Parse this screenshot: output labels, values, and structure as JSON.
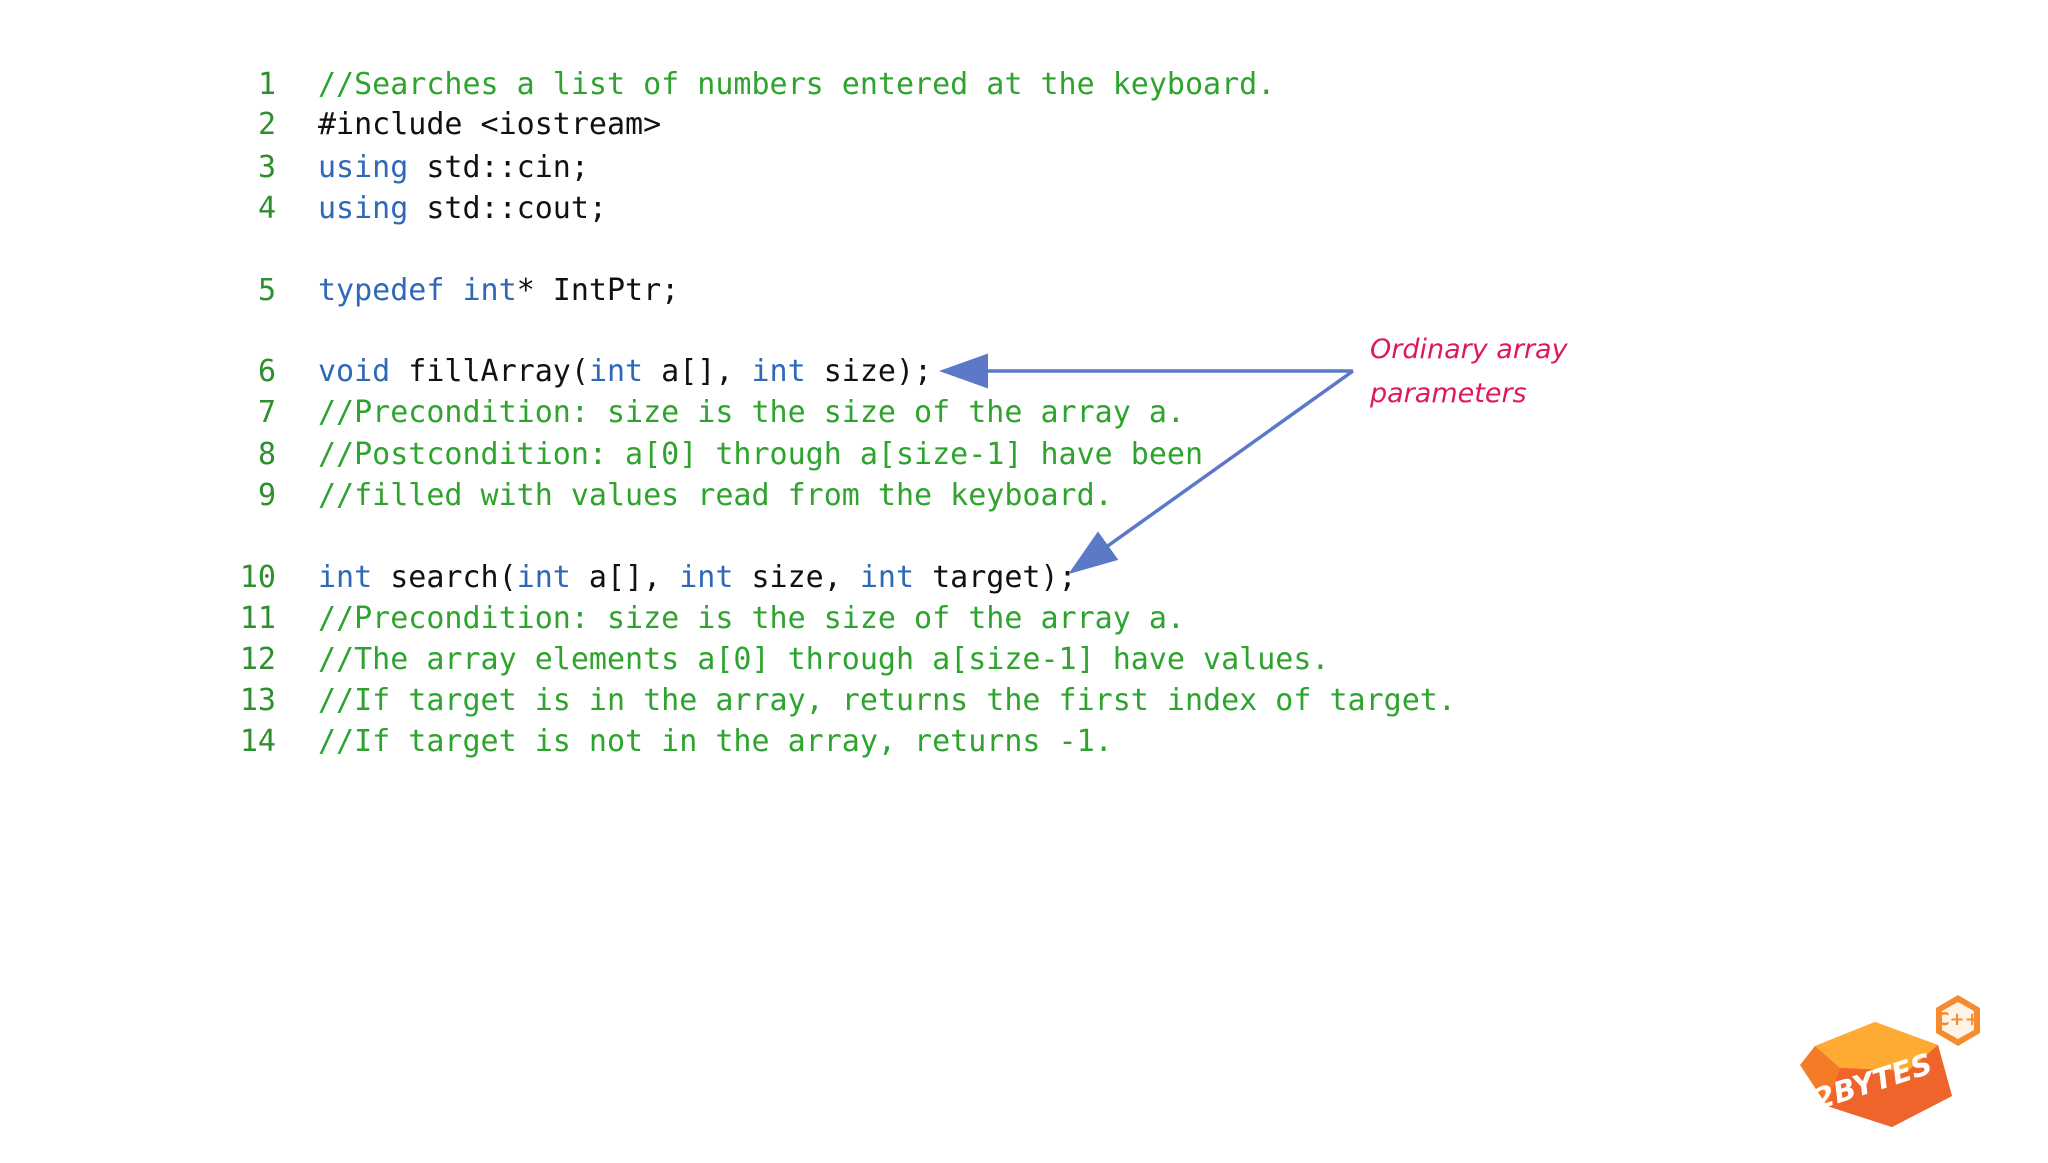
{
  "code": {
    "lines": [
      {
        "number": "1",
        "tokens": [
          {
            "text": "//Searches a list of numbers entered at the keyboard.",
            "kind": "comment"
          }
        ]
      },
      {
        "number": "2",
        "tokens": [
          {
            "text": "#include <iostream>",
            "kind": "plain"
          }
        ]
      },
      {
        "number": "3",
        "tokens": [
          {
            "text": "using",
            "kind": "keyword"
          },
          {
            "text": " std::cin;",
            "kind": "plain"
          }
        ]
      },
      {
        "number": "4",
        "tokens": [
          {
            "text": "using",
            "kind": "keyword"
          },
          {
            "text": " std::cout;",
            "kind": "plain"
          }
        ]
      },
      {
        "number": "5",
        "tokens": [
          {
            "text": "typedef",
            "kind": "keyword"
          },
          {
            "text": " ",
            "kind": "plain"
          },
          {
            "text": "int",
            "kind": "keyword"
          },
          {
            "text": "* IntPtr;",
            "kind": "plain"
          }
        ]
      },
      {
        "number": "6",
        "tokens": [
          {
            "text": "void",
            "kind": "keyword"
          },
          {
            "text": " fillArray(",
            "kind": "plain"
          },
          {
            "text": "int",
            "kind": "keyword"
          },
          {
            "text": " a[], ",
            "kind": "plain"
          },
          {
            "text": "int",
            "kind": "keyword"
          },
          {
            "text": " size);",
            "kind": "plain"
          }
        ]
      },
      {
        "number": "7",
        "tokens": [
          {
            "text": "//Precondition: size is the size of the array a.",
            "kind": "comment"
          }
        ]
      },
      {
        "number": "8",
        "tokens": [
          {
            "text": "//Postcondition: a[0] through a[size-1] have been",
            "kind": "comment"
          }
        ]
      },
      {
        "number": "9",
        "tokens": [
          {
            "text": "//filled with values read from the keyboard.",
            "kind": "comment"
          }
        ]
      },
      {
        "number": "10",
        "tokens": [
          {
            "text": "int",
            "kind": "keyword"
          },
          {
            "text": " search(",
            "kind": "plain"
          },
          {
            "text": "int",
            "kind": "keyword"
          },
          {
            "text": " a[], ",
            "kind": "plain"
          },
          {
            "text": "int",
            "kind": "keyword"
          },
          {
            "text": " size, ",
            "kind": "plain"
          },
          {
            "text": "int",
            "kind": "keyword"
          },
          {
            "text": " target);",
            "kind": "plain"
          }
        ]
      },
      {
        "number": "11",
        "tokens": [
          {
            "text": "//Precondition: size is the size of the array a.",
            "kind": "comment"
          }
        ]
      },
      {
        "number": "12",
        "tokens": [
          {
            "text": "//The array elements a[0] through a[size-1] have values.",
            "kind": "comment"
          }
        ]
      },
      {
        "number": "13",
        "tokens": [
          {
            "text": "//If target is in the array, returns the first index of target.",
            "kind": "comment"
          }
        ]
      },
      {
        "number": "14",
        "tokens": [
          {
            "text": "//If target is not in the array, returns -1.",
            "kind": "comment"
          }
        ]
      }
    ]
  },
  "annotation": {
    "line1": "Ordinary array",
    "line2": "parameters",
    "color": "#e0185a"
  },
  "logo": {
    "text": "2BYTES",
    "badge_text": "C++"
  },
  "colors": {
    "comment": "#2ea42e",
    "keyword": "#2f68b8",
    "plain": "#111111",
    "line_number": "#2e8f2e",
    "arrow": "#5b79c6"
  }
}
